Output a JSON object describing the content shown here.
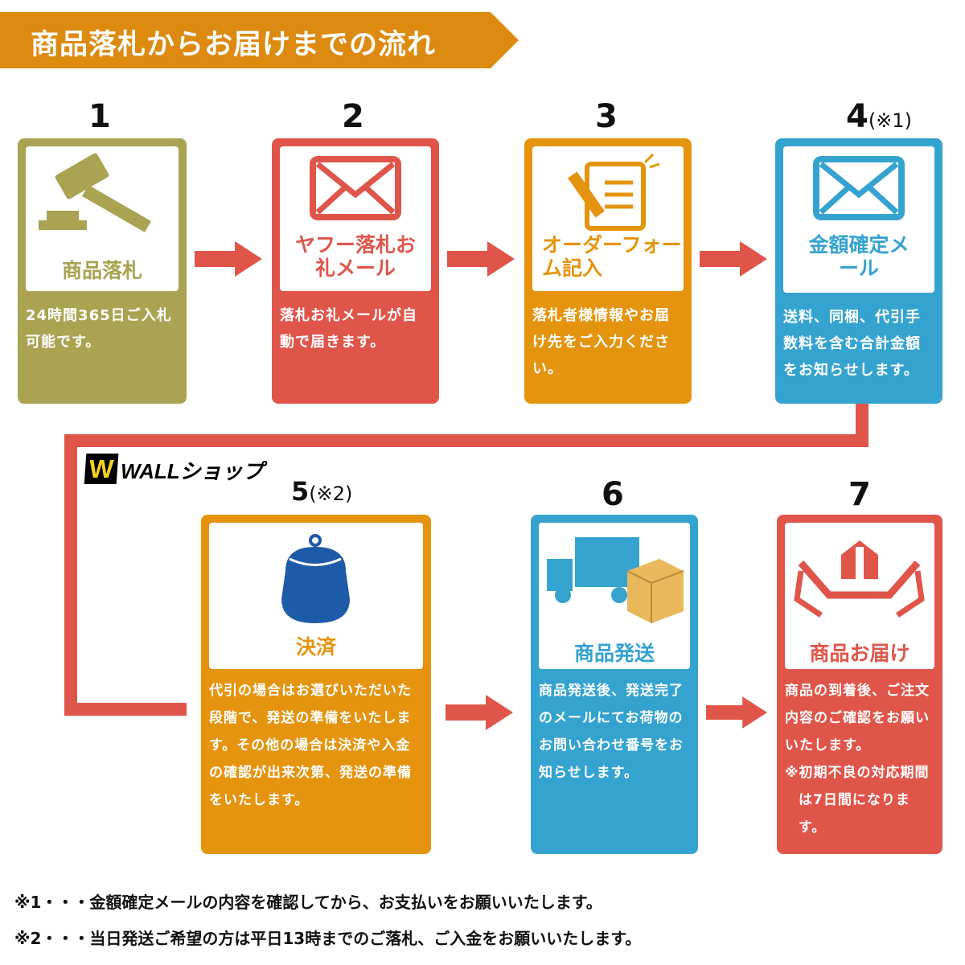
{
  "title": "商品落札からお届けまでの流れ",
  "steps": [
    {
      "number": "1",
      "note": "",
      "label": "商品落札",
      "desc": "24時間365日ご入札可能です。",
      "color": "#a9a352",
      "icon": "gavel-icon"
    },
    {
      "number": "2",
      "note": "",
      "label": "ヤフー落札お礼メール",
      "desc": "落札お礼メールが自動で届きます。",
      "color": "#e0554a",
      "icon": "envelope-icon"
    },
    {
      "number": "3",
      "note": "",
      "label": "オーダーフォーム記入",
      "desc": "落札者様情報やお届け先をご入力ください。",
      "color": "#e5940f",
      "icon": "form-pencil-icon"
    },
    {
      "number": "4",
      "note": "(※1)",
      "label": "金額確定メール",
      "desc": "送料、同梱、代引手数料を含む合計金額をお知らせします。",
      "color": "#35a3cf",
      "icon": "envelope-icon"
    },
    {
      "number": "5",
      "note": "(※2)",
      "label": "決済",
      "desc": "代引の場合はお選びいただいた段階で、発送の準備をいたします。その他の場合は決済や入金の確認が出来次第、発送の準備をいたします。",
      "color": "#e5940f",
      "icon": "purse-icon"
    },
    {
      "number": "6",
      "note": "",
      "label": "商品発送",
      "desc": "商品発送後、発送完了のメールにてお荷物のお問い合わせ番号をお知らせします。",
      "color": "#35a3cf",
      "icon": "truck-icon"
    },
    {
      "number": "7",
      "note": "",
      "label": "商品お届け",
      "desc": "商品の到着後、ご注文内容のご確認をお願いいたします。",
      "desc_note": "※初期不良の対応期間は7日間になります。",
      "color": "#e0554a",
      "icon": "hands-box-icon"
    }
  ],
  "footnotes": [
    "※1・・・金額確定メールの内容を確認してから、お支払いをお願いいたします。",
    "※2・・・当日発送ご希望の方は平日13時までのご落札、ご入金をお願いいたします。"
  ],
  "watermark": {
    "logo": "W",
    "text": "WALLショップ"
  }
}
